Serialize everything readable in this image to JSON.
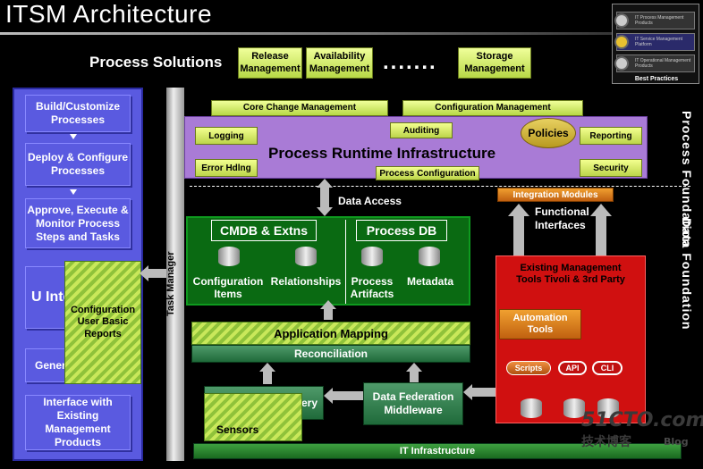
{
  "title": "ITSM Architecture",
  "process_solutions": {
    "label": "Process Solutions",
    "items": [
      "Release Management",
      "Availability Management",
      "Storage Management"
    ],
    "ellipsis": "......."
  },
  "left_panel": {
    "build": "Build/Customize Processes",
    "deploy": "Deploy & Configure Processes",
    "approve": "Approve, Execute & Monitor Process Steps and Tasks",
    "ui_partial": "U Inte",
    "config_report": "Configuration User Basic Reports",
    "gener_partial": "Gener R",
    "interface": "Interface with Existing Management Products"
  },
  "task_manager": "Task Manager",
  "process_foundation": {
    "core_change": "Core Change Management",
    "config_mgmt": "Configuration Management",
    "logging": "Logging",
    "auditing": "Auditing",
    "policies": "Policies",
    "reporting": "Reporting",
    "error": "Error Hdlng",
    "runtime": "Process Runtime Infrastructure",
    "process_config": "Process Configuration",
    "security": "Security",
    "side_label": "Process Foundation"
  },
  "data_foundation": {
    "side_label": "Data Foundation",
    "data_access": "Data Access",
    "integration_modules": "Integration Modules",
    "functional_interfaces": "Functional Interfaces",
    "cmdb": "CMDB & Extns",
    "process_db": "Process DB",
    "config_items": "Configuration Items",
    "relationships": "Relationships",
    "process_artifacts": "Process Artifacts",
    "metadata": "Metadata",
    "existing_tools": "Existing Management Tools Tivoli & 3rd Party",
    "automation_tools": "Automation Tools",
    "scripts": "Scripts",
    "api": "API",
    "cli": "CLI",
    "app_mapping": "Application Mapping",
    "reconciliation": "Reconciliation",
    "discovery": "Discovery",
    "sensors": "Sensors",
    "data_federation": "Data Federation Middleware",
    "it_infra": "IT Infrastructure"
  },
  "best_practices": {
    "row1": "IT Process Management Products",
    "row2": "IT Service Management Platform",
    "row3": "IT Operational Management Products",
    "label": "Best Practices"
  },
  "watermark": {
    "site": "51CTO.com",
    "sub": "技术博客",
    "blog": "Blog"
  }
}
